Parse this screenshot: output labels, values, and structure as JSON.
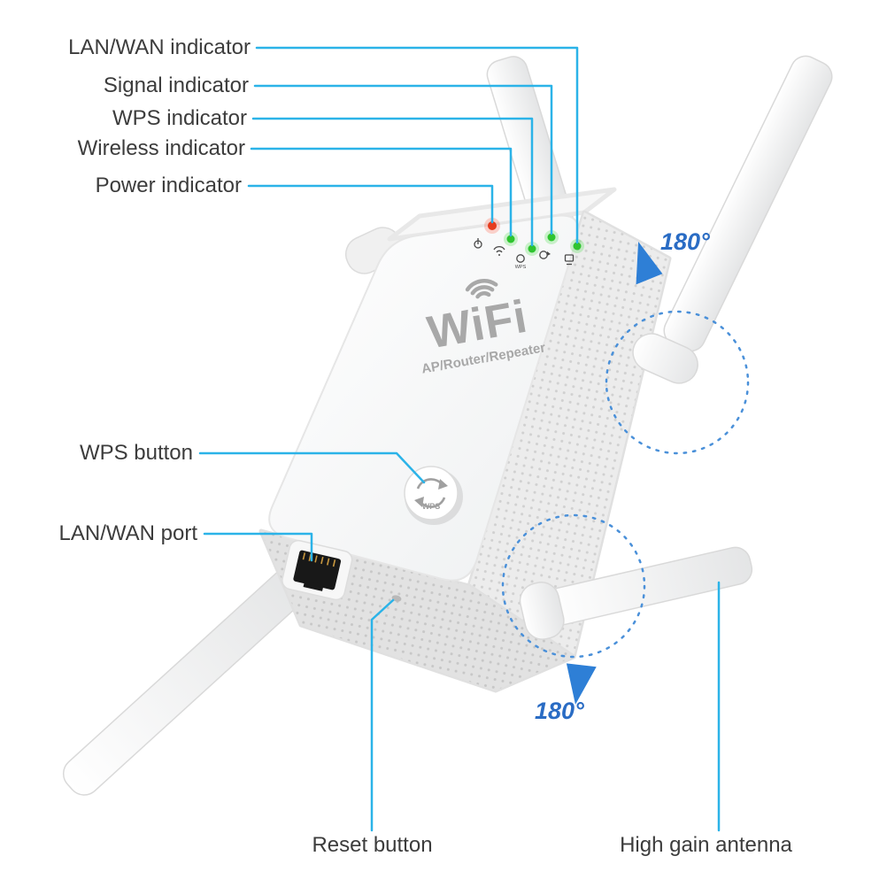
{
  "labels": {
    "lan_wan_indicator": "LAN/WAN indicator",
    "signal_indicator": "Signal indicator",
    "wps_indicator": "WPS indicator",
    "wireless_indicator": "Wireless indicator",
    "power_indicator": "Power indicator",
    "wps_button": "WPS button",
    "lan_wan_port": "LAN/WAN port",
    "reset_button": "Reset button",
    "high_gain_antenna": "High gain antenna"
  },
  "device": {
    "logo": "WiFi",
    "tagline": "AP/Router/Repeater",
    "wps_button_label": "WPS",
    "wps_led_label": "WPS"
  },
  "annotations": {
    "rotation_top": "180°",
    "rotation_bottom": "180°"
  },
  "colors": {
    "callout_line": "#2bb3e8",
    "label_text": "#3c3c3c",
    "rotation_blue": "#2a6cc4",
    "arrow_blue": "#2e7fd6",
    "dashed_circle_blue": "#4a90d9",
    "power_led": "#e63c1e",
    "status_led": "#2fc42f",
    "logo_gray": "#a8a8a8"
  }
}
